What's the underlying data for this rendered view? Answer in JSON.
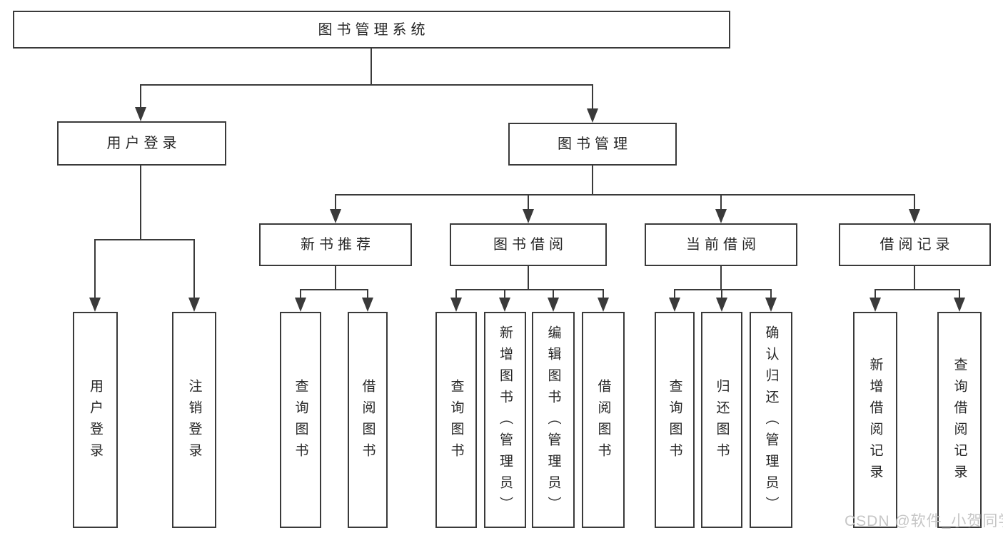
{
  "tree": {
    "label": "图书管理系统",
    "children": [
      {
        "label": "用户登录",
        "children": [
          {
            "label": "用户登录"
          },
          {
            "label": "注销登录"
          }
        ]
      },
      {
        "label": "图书管理",
        "children": [
          {
            "label": "新书推荐",
            "children": [
              {
                "label": "查询图书"
              },
              {
                "label": "借阅图书"
              }
            ]
          },
          {
            "label": "图书借阅",
            "children": [
              {
                "label": "查询图书"
              },
              {
                "label": "新增图书（管理员）"
              },
              {
                "label": "编辑图书（管理员）"
              },
              {
                "label": "借阅图书"
              }
            ]
          },
          {
            "label": "当前借阅",
            "children": [
              {
                "label": "查询图书"
              },
              {
                "label": "归还图书"
              },
              {
                "label": "确认归还（管理员）"
              }
            ]
          },
          {
            "label": "借阅记录",
            "children": [
              {
                "label": "新增借阅记录"
              },
              {
                "label": "查询借阅记录"
              }
            ]
          }
        ]
      }
    ]
  },
  "watermark": "CSDN @软件_小贺同学",
  "colors": {
    "line": "#3a3a3a",
    "text": "#262626",
    "background": "#ffffff",
    "watermark": "#c6c6c6"
  }
}
